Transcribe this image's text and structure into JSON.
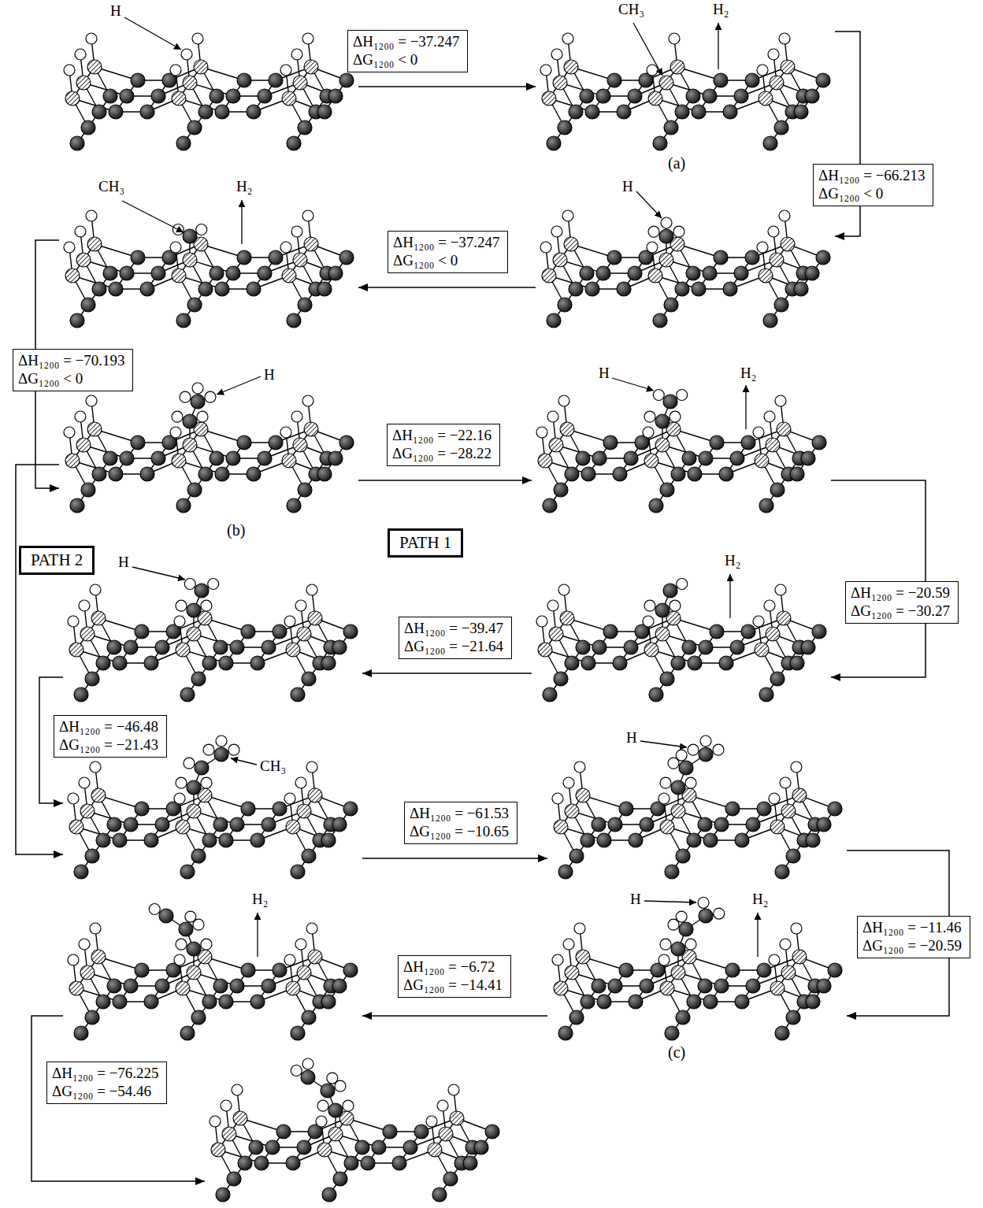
{
  "diagram": {
    "nodes": [
      {
        "text": [
          "H"
        ]
      },
      {
        "text": [
          "CH₃",
          "H₂"
        ]
      },
      {
        "text": [
          "H"
        ]
      },
      {
        "text": [
          "CH₃",
          "H₂"
        ]
      },
      {
        "text": [
          "H"
        ]
      },
      {
        "text": [
          "H",
          "H₂"
        ]
      },
      {
        "text": [
          "H₂"
        ]
      },
      {
        "text": [
          "H"
        ]
      },
      {
        "text": [
          "CH₃"
        ]
      },
      {
        "text": [
          "H"
        ]
      },
      {
        "text": [
          "H",
          "H₂"
        ]
      },
      {
        "text": [
          "H₂"
        ]
      },
      {
        "text": []
      },
      {
        "text": [
          "PATH 1"
        ]
      },
      {
        "text": [
          "PATH 2"
        ]
      }
    ],
    "edges": [
      {
        "from": 0,
        "to": 1,
        "arrow": "to",
        "label": "ΔH₁₂₀₀ = −37.247 ΔG₁₂₀₀ < 0"
      },
      {
        "from": 1,
        "to": 2,
        "arrow": "to",
        "label": "ΔH₁₂₀₀ = −66.213 ΔG₁₂₀₀ < 0"
      },
      {
        "from": 2,
        "to": 3,
        "arrow": "to",
        "label": "ΔH₁₂₀₀ = −37.247 ΔG₁₂₀₀ < 0"
      },
      {
        "from": 3,
        "to": 4,
        "arrow": "to",
        "label": "ΔH₁₂₀₀ = −70.193 ΔG₁₂₀₀ < 0"
      },
      {
        "from": 4,
        "to": 5,
        "arrow": "to",
        "label": "ΔH₁₂₀₀ = −22.16 ΔG₁₂₀₀ = −28.22"
      },
      {
        "from": 5,
        "to": 6,
        "arrow": "to",
        "label": "ΔH₁₂₀₀ = −20.59 ΔG₁₂₀₀ = −30.27"
      },
      {
        "from": 6,
        "to": 7,
        "arrow": "to",
        "label": "ΔH₁₂₀₀ = −39.47 ΔG₁₂₀₀ = −21.64"
      },
      {
        "from": 7,
        "to": 8,
        "arrow": "to",
        "label": "ΔH₁₂₀₀ = −46.48 ΔG₁₂₀₀ = −21.43"
      },
      {
        "from": 4,
        "to": 8,
        "arrow": "to"
      },
      {
        "from": 8,
        "to": 9,
        "arrow": "to",
        "label": "ΔH₁₂₀₀ = −61.53 ΔG₁₂₀₀ = −10.65"
      },
      {
        "from": 9,
        "to": 10,
        "arrow": "to",
        "label": "ΔH₁₂₀₀ = −11.46 ΔG₁₂₀₀ = −20.59"
      },
      {
        "from": 10,
        "to": 11,
        "arrow": "to",
        "label": "ΔH₁₂₀₀ = −6.72 ΔG₁₂₀₀ = −14.41"
      },
      {
        "from": 11,
        "to": 12,
        "arrow": "to",
        "label": "ΔH₁₂₀₀ = −76.225 ΔG₁₂₀₀ = −54.46"
      }
    ],
    "labels": [
      "(a)",
      "(b)",
      "(c)"
    ]
  }
}
